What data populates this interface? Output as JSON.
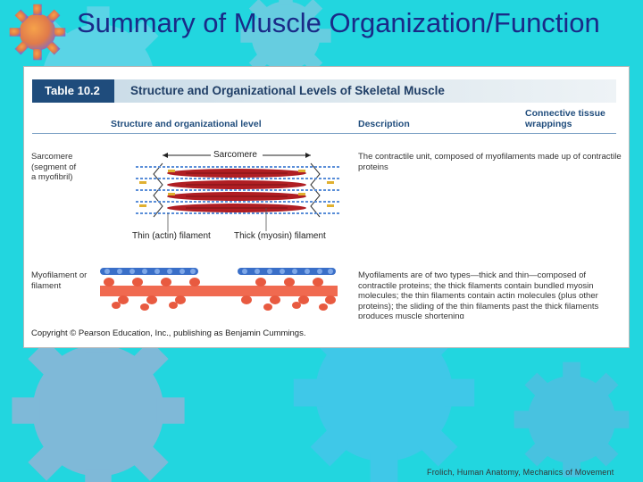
{
  "slide": {
    "title": "Summary of Muscle Organization/Function",
    "footer": "Frolich, Human Anatomy, Mechanics of Movement"
  },
  "table": {
    "number": "Table 10.2",
    "title": "Structure and Organizational Levels of Skeletal Muscle",
    "headers": {
      "structure": "Structure and organizational level",
      "description": "Description",
      "connective": "Connective tissue wrappings"
    },
    "rows": [
      {
        "name_lines": [
          "Sarcomere",
          "(segment of",
          "a myofibril)"
        ],
        "diagram_label": "Sarcomere",
        "thin_label": "Thin (actin) filament",
        "thick_label": "Thick (myosin) filament",
        "description_lines": [
          "The contractile unit, composed of myofilaments made up of contractile",
          "proteins"
        ]
      },
      {
        "name_lines": [
          "Myofilament or",
          "filament"
        ],
        "description_lines": [
          "Myofilaments are of two types—thick and thin—composed of",
          "contractile proteins; the thick filaments contain bundled myosin",
          "molecules; the thin filaments contain actin molecules (plus other",
          "proteins); the sliding of the thin filaments past the thick filaments",
          "produces muscle shortening"
        ]
      }
    ],
    "copyright": "Copyright © Pearson Education, Inc., publishing as Benjamin Cummings."
  },
  "colors": {
    "background": "#22d6df",
    "title": "#1a2a88",
    "table_header": "#1f4c7c",
    "thick_filament": "#b01e23",
    "thin_filament": "#5a8ed8",
    "myosin": "#f06a50"
  }
}
